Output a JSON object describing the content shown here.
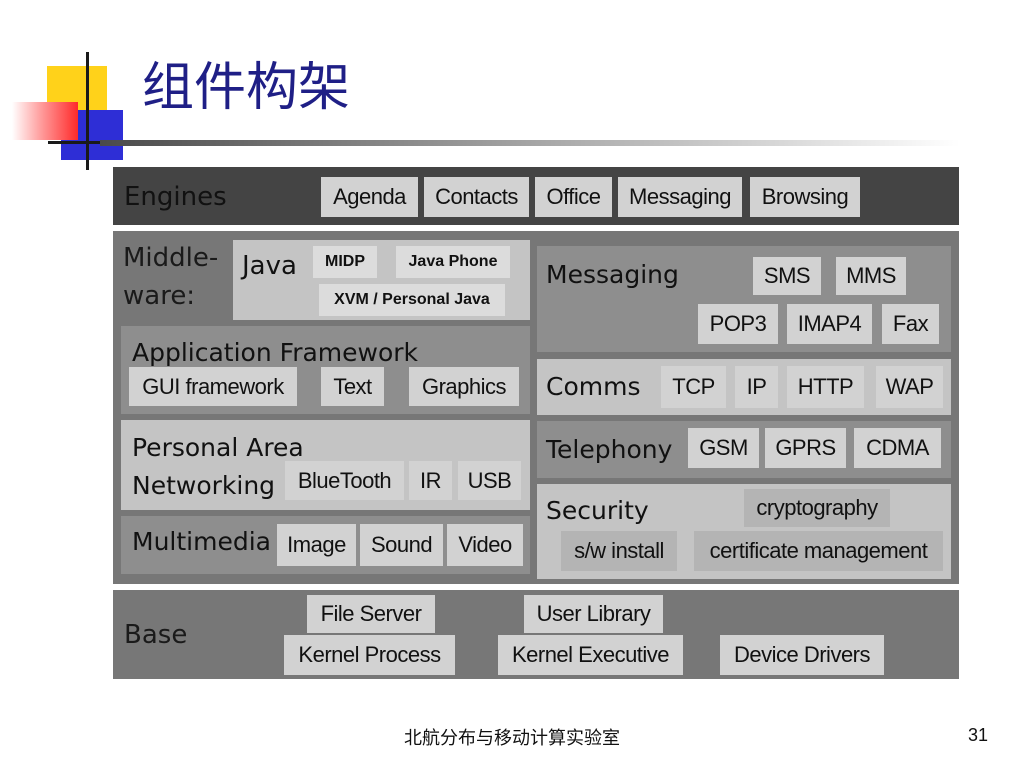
{
  "slide": {
    "title": "组件构架",
    "footer": "北航分布与移动计算实验室",
    "page_number": "31"
  },
  "engines": {
    "label": "Engines",
    "items": [
      "Agenda",
      "Contacts",
      "Office",
      "Messaging",
      "Browsing"
    ]
  },
  "middleware": {
    "label_line1": "Middle-",
    "label_line2": "ware:",
    "java": {
      "label": "Java",
      "items": [
        "MIDP",
        "Java Phone",
        "XVM / Personal Java"
      ]
    },
    "app_framework": {
      "label": "Application Framework",
      "items": [
        "GUI framework",
        "Text",
        "Graphics"
      ]
    },
    "pan": {
      "label_line1": "Personal Area",
      "label_line2": "Networking",
      "items": [
        "BlueTooth",
        "IR",
        "USB"
      ]
    },
    "multimedia": {
      "label": "Multimedia",
      "items": [
        "Image",
        "Sound",
        "Video"
      ]
    },
    "messaging": {
      "label": "Messaging",
      "items": [
        "SMS",
        "MMS",
        "POP3",
        "IMAP4",
        "Fax"
      ]
    },
    "comms": {
      "label": "Comms",
      "items": [
        "TCP",
        "IP",
        "HTTP",
        "WAP"
      ]
    },
    "telephony": {
      "label": "Telephony",
      "items": [
        "GSM",
        "GPRS",
        "CDMA"
      ]
    },
    "security": {
      "label": "Security",
      "items": [
        "cryptography",
        "s/w install",
        "certificate management"
      ]
    }
  },
  "base": {
    "label": "Base",
    "items": [
      "File Server",
      "User Library",
      "Kernel Process",
      "Kernel Executive",
      "Device Drivers"
    ]
  }
}
